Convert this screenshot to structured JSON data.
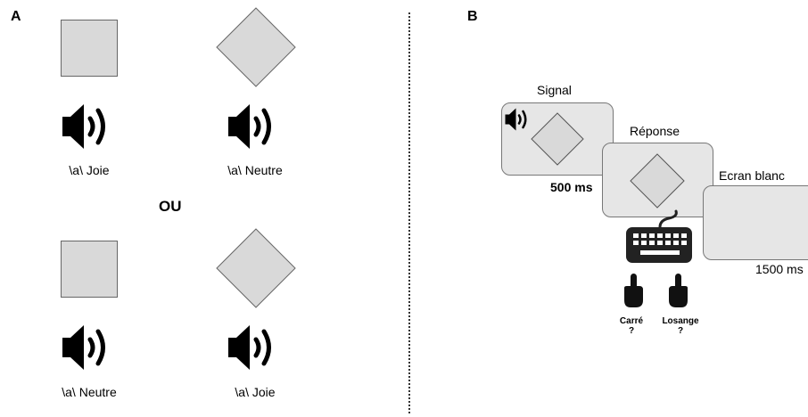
{
  "panel_a": {
    "letter": "A",
    "top_row": {
      "left_caption": "\\a\\ Joie",
      "right_caption": "\\a\\ Neutre"
    },
    "separator": "OU",
    "bottom_row": {
      "left_caption": "\\a\\ Neutre",
      "right_caption": "\\a\\ Joie"
    }
  },
  "panel_b": {
    "letter": "B",
    "signal": {
      "label": "Signal",
      "duration": "500 ms"
    },
    "response": {
      "label": "Réponse"
    },
    "blank": {
      "label": "Ecran blanc",
      "duration": "1500 ms"
    },
    "choices": [
      {
        "line1": "Carré",
        "line2": "?"
      },
      {
        "line1": "Losange",
        "line2": "?"
      }
    ]
  },
  "colors": {
    "shape_fill": "#d9d9d9",
    "screen_fill": "#e6e6e6",
    "stroke": "#666666"
  }
}
